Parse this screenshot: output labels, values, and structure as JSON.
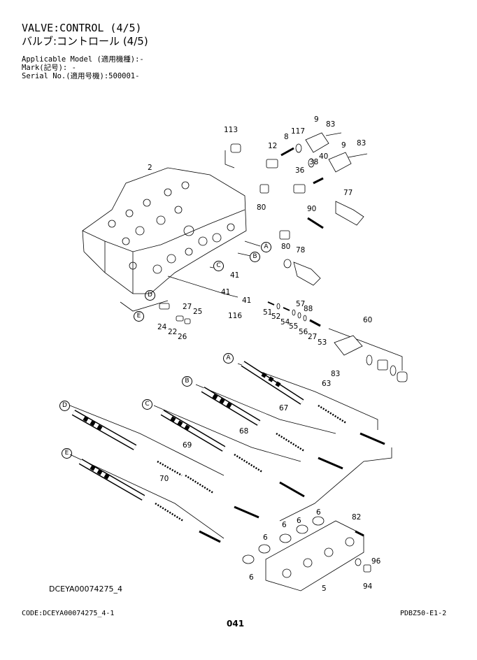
{
  "header": {
    "title_en": "VALVE:CONTROL (4/5)",
    "title_jp": "バルブ:コントロール (4/5)",
    "applicable_model": "Applicable Model (適用機種):-",
    "mark": "Mark(記号): -",
    "serial": "Serial No.(適用号機):500001-"
  },
  "diagram": {
    "part_labels": [
      "113",
      "2",
      "12",
      "8",
      "117",
      "9",
      "83",
      "40",
      "38",
      "36",
      "9",
      "83",
      "77",
      "80",
      "90",
      "80",
      "78",
      "41",
      "41",
      "41",
      "116",
      "27",
      "25",
      "24",
      "22",
      "26",
      "51",
      "52",
      "54",
      "55",
      "57",
      "88",
      "56",
      "27",
      "53",
      "60",
      "83",
      "63",
      "67",
      "68",
      "69",
      "70",
      "82",
      "6",
      "6",
      "6",
      "6",
      "6",
      "96",
      "5",
      "94"
    ],
    "circle_labels": [
      "A",
      "B",
      "C",
      "D",
      "E"
    ]
  },
  "footer": {
    "drawing_ref": "DCEYA00074275_4",
    "code": "CODE:DCEYA00074275_4-1",
    "page_number": "041",
    "section": "PDBZ50-E1-2"
  }
}
